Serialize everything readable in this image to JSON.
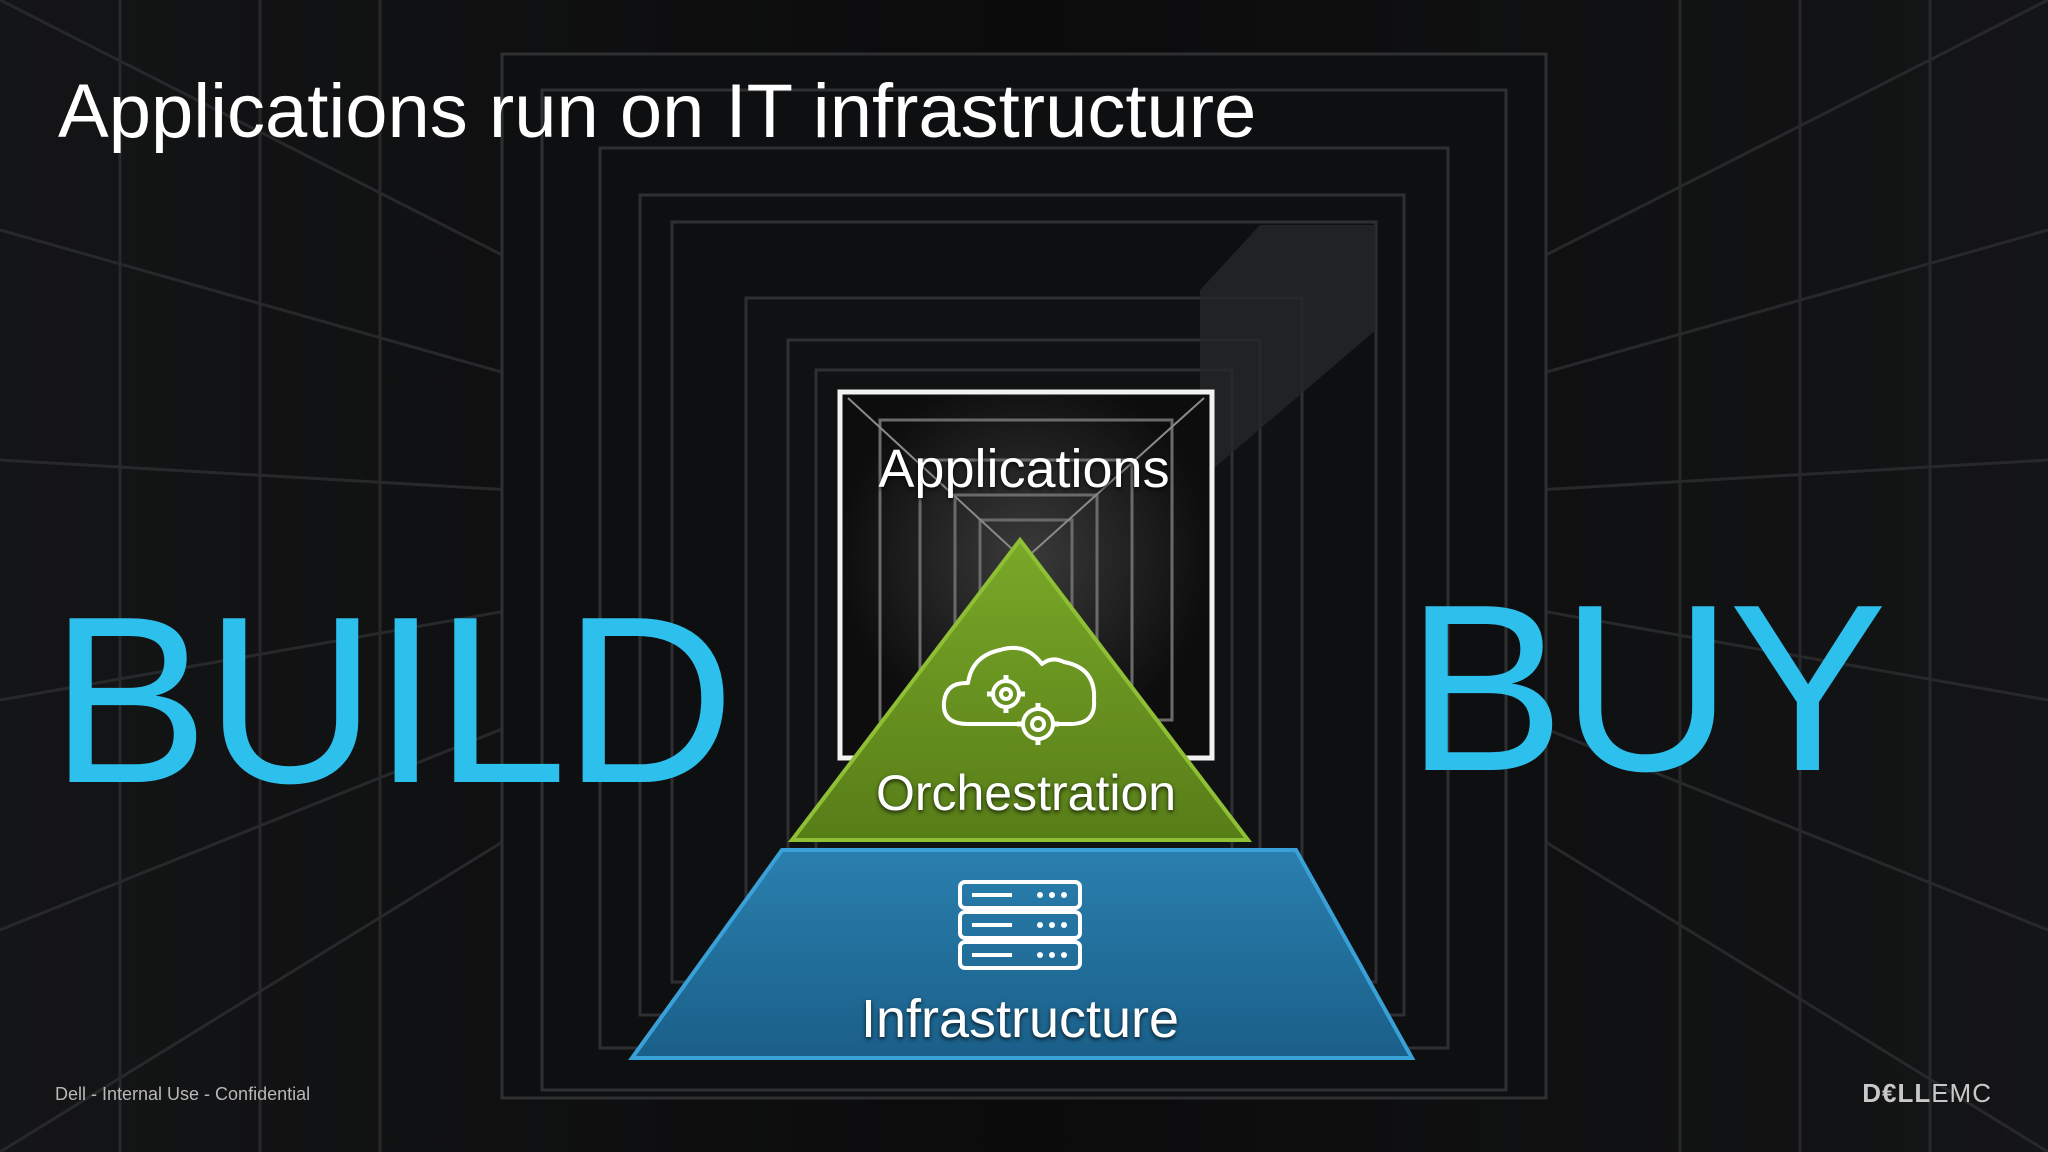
{
  "slide": {
    "title": "Applications run on IT infrastructure",
    "left_word": "BUILD",
    "right_word": "BUY"
  },
  "diagram": {
    "top_layer": {
      "label": "Applications"
    },
    "middle_layer": {
      "label": "Orchestration",
      "icon": "cloud-gears-icon",
      "color": "#6f9a1f"
    },
    "bottom_layer": {
      "label": "Infrastructure",
      "icon": "server-stack-icon",
      "color": "#1f6f9f"
    }
  },
  "footer": {
    "classification": "Dell - Internal Use - Confidential",
    "logo_part1": "D€LL",
    "logo_part2": "EMC"
  },
  "colors": {
    "accent": "#2ec0ec",
    "background": "#0b0b0c"
  }
}
